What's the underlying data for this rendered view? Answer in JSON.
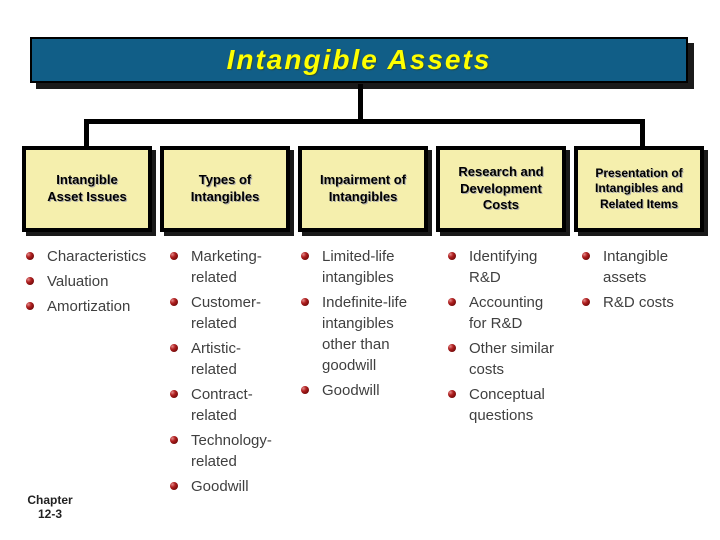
{
  "slide": {
    "title": "Intangible Assets",
    "chapter_label": [
      "Chapter",
      "12-3"
    ]
  },
  "colors": {
    "title_bg": "#115E87",
    "title_text": "#FFFF00",
    "box_bg": "#F5EFAD",
    "box_border": "#000000",
    "bullet": "#8B1010",
    "list_text": "#3F3F3F",
    "connector": "#000000",
    "shadow": "#1A1A1A"
  },
  "columns": [
    {
      "id": "intangible-asset-issues",
      "header_lines": [
        "Intangible",
        "Asset Issues"
      ],
      "items": [
        [
          "Characteristics"
        ],
        [
          "Valuation"
        ],
        [
          "Amortization"
        ]
      ]
    },
    {
      "id": "types-of-intangibles",
      "header_lines": [
        "Types of",
        "Intangibles"
      ],
      "items": [
        [
          "Marketing-",
          "related"
        ],
        [
          "Customer-",
          "related"
        ],
        [
          "Artistic-",
          "related"
        ],
        [
          "Contract-",
          "related"
        ],
        [
          "Technology-",
          "related"
        ],
        [
          "Goodwill"
        ]
      ]
    },
    {
      "id": "impairment-of-intangibles",
      "header_lines": [
        "Impairment of",
        "Intangibles"
      ],
      "items": [
        [
          "Limited-life",
          "intangibles"
        ],
        [
          "Indefinite-life",
          "intangibles",
          "other than",
          "goodwill"
        ],
        [
          "Goodwill"
        ]
      ]
    },
    {
      "id": "research-and-development-costs",
      "header_lines": [
        "Research and",
        "Development",
        "Costs"
      ],
      "items": [
        [
          "Identifying",
          "R&D"
        ],
        [
          "Accounting",
          "for R&D"
        ],
        [
          "Other similar",
          "costs"
        ],
        [
          "Conceptual",
          "questions"
        ]
      ]
    },
    {
      "id": "presentation-of-intangibles",
      "header_lines": [
        "Presentation of",
        "Intangibles and",
        "Related Items"
      ],
      "items": [
        [
          "Intangible",
          "assets"
        ],
        [
          "R&D costs"
        ]
      ]
    }
  ]
}
